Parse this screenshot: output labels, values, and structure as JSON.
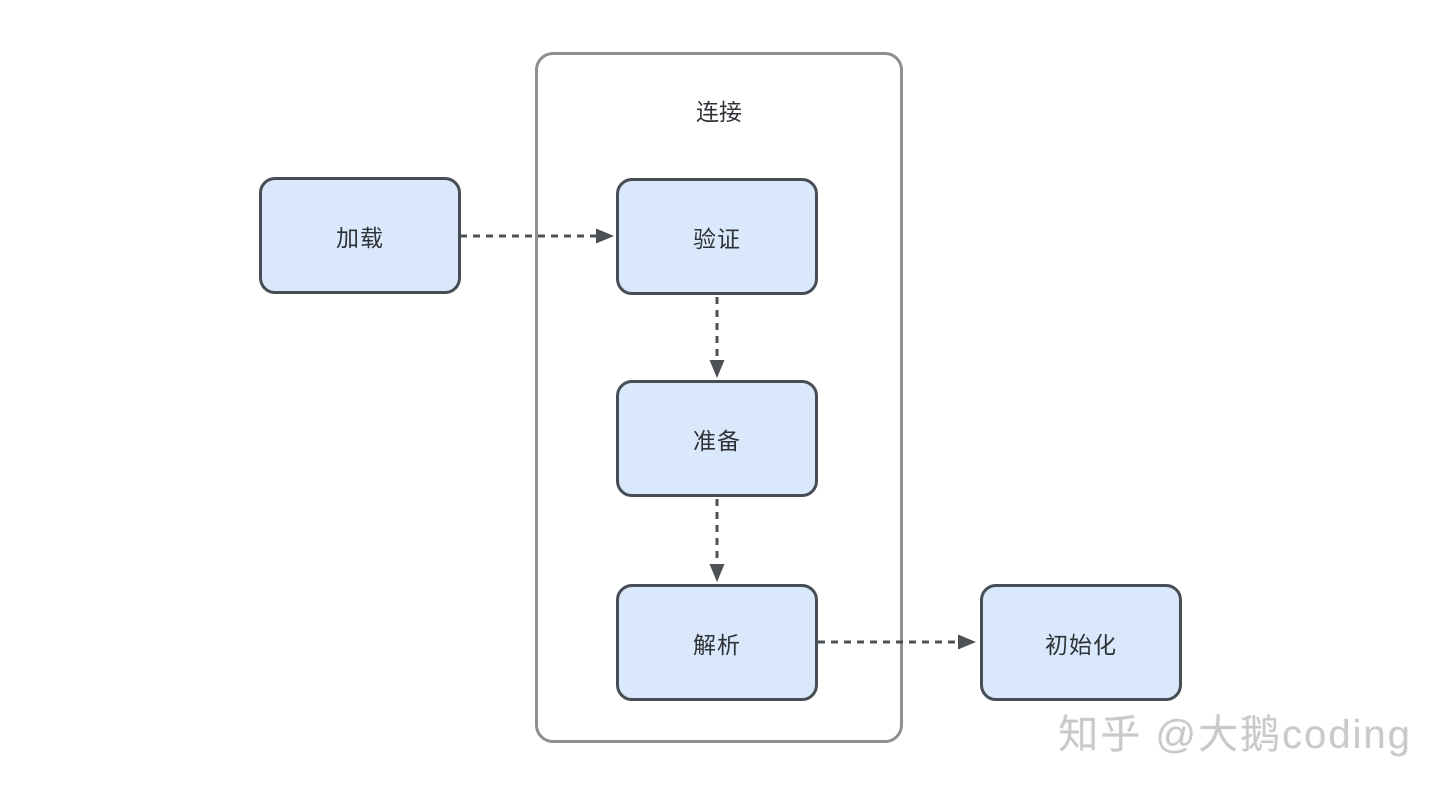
{
  "diagram": {
    "group": {
      "label": "连接"
    },
    "nodes": [
      {
        "id": "load",
        "label": "加载"
      },
      {
        "id": "verify",
        "label": "验证"
      },
      {
        "id": "prepare",
        "label": "准备"
      },
      {
        "id": "resolve",
        "label": "解析"
      },
      {
        "id": "initialize",
        "label": "初始化"
      }
    ],
    "edges": [
      {
        "from": "加载",
        "to": "验证",
        "style": "dashed-arrow"
      },
      {
        "from": "验证",
        "to": "准备",
        "style": "dashed-arrow"
      },
      {
        "from": "准备",
        "to": "解析",
        "style": "dashed-arrow"
      },
      {
        "from": "解析",
        "to": "初始化",
        "style": "dashed-arrow"
      }
    ],
    "colors": {
      "background": "#ffffff",
      "node_fill": "#dae8fc",
      "node_border": "#474d54",
      "group_border": "#8f8f8f",
      "edge": "#4d5156",
      "text": "#2f3337",
      "watermark": "#c9c9c9"
    }
  },
  "watermark": {
    "text": "知乎 @大鹅coding"
  }
}
